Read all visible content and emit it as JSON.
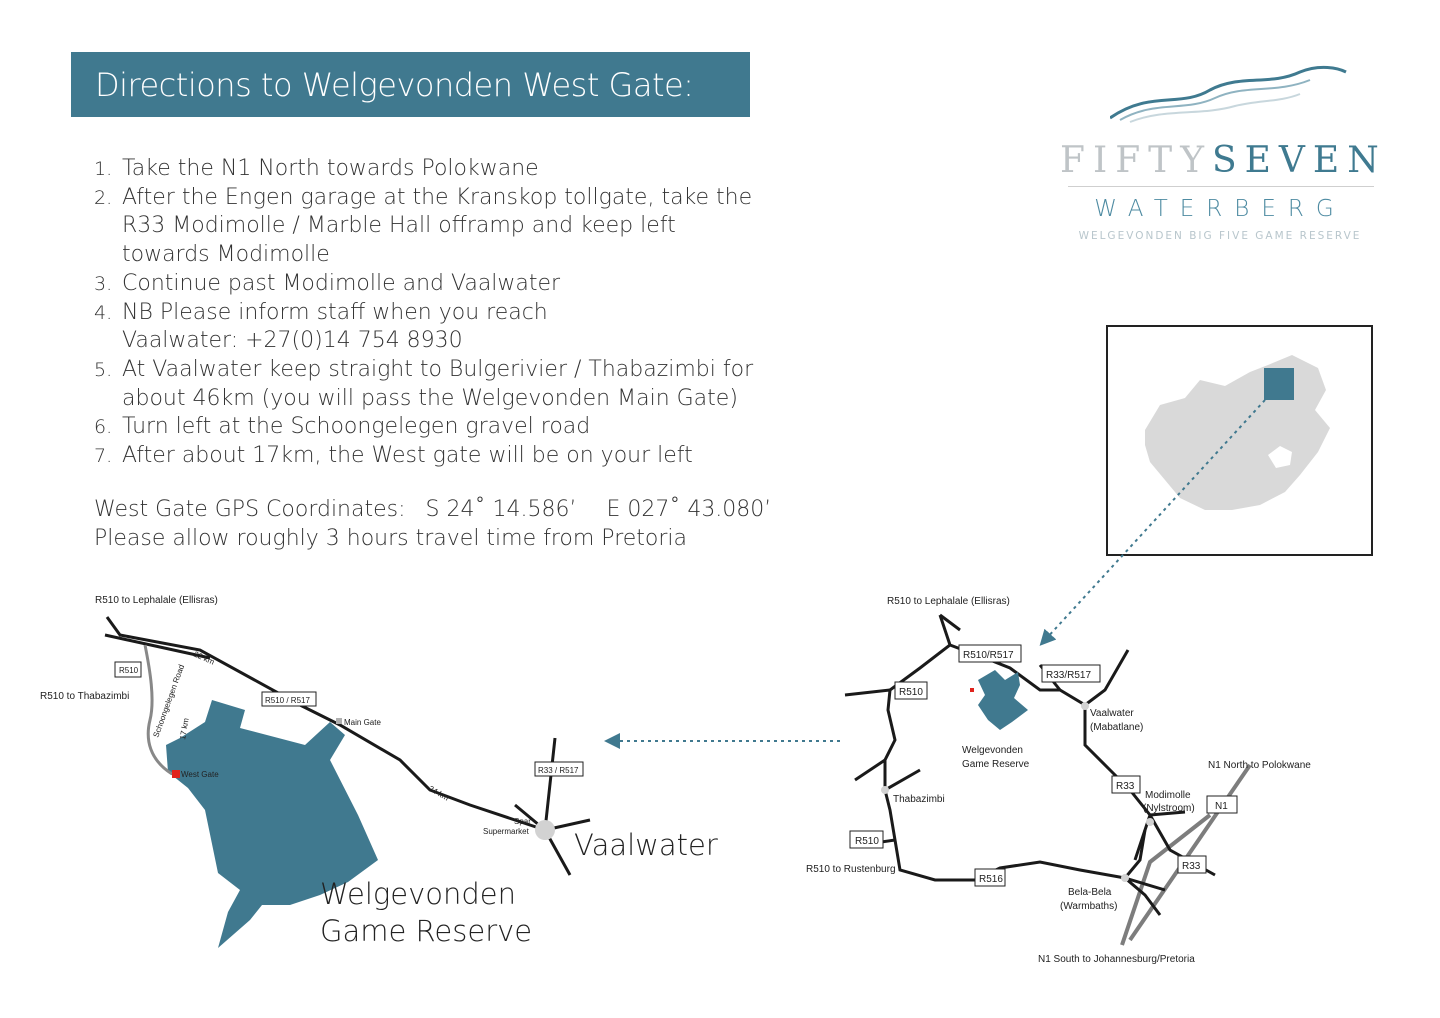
{
  "header": {
    "title": "Directions to Welgevonden West Gate:"
  },
  "steps": [
    {
      "num": "1.",
      "text": "Take the N1 North towards Polokwane"
    },
    {
      "num": "2.",
      "text": "After the Engen garage at the Kranskop tollgate, take the R33 Modimolle / Marble Hall offramp and keep left towards Modimolle"
    },
    {
      "num": "3.",
      "text": "Continue past Modimolle and Vaalwater"
    },
    {
      "num": "4.",
      "text": "NB Please inform staff when you reach Vaalwater: +27(0)14 754 8930"
    },
    {
      "num": "5.",
      "text": "At Vaalwater keep straight to Bulgerivier / Thabazimbi for about 46km (you will pass the Welgevonden Main Gate)"
    },
    {
      "num": "6.",
      "text": "Turn left at the Schoongelegen gravel road"
    },
    {
      "num": "7.",
      "text": "After about 17km, the West gate will be on your left"
    }
  ],
  "gps": {
    "label": "West Gate GPS Coordinates:",
    "lat": "S 24˚ 14.586’",
    "lon": "E 027˚ 43.080’",
    "travel": "Please allow roughly 3 hours travel time from Pretoria"
  },
  "logo": {
    "name_light": "FIFTY",
    "name_dark": "SEVEN",
    "sub": "WATERBERG",
    "tagline": "WELGEVONDEN BIG FIVE GAME RESERVE"
  },
  "detail_map": {
    "r510_north": "R510 to Lephalale (Ellisras)",
    "r510_badge": "R510",
    "r510_thabazimbi": "R510 to Thabazimbi",
    "dist_22": "22 km",
    "schoongelegen": "Schoongelegen Road",
    "dist_17": "17 km",
    "r510_r517": "R510 / R517",
    "main_gate": "Main Gate",
    "west_gate": "West Gate",
    "dist_24": "24 km",
    "r33_r517": "R33 / R517",
    "spar_1": "Spar",
    "spar_2": "Supermarket",
    "vaalwater": "Vaalwater",
    "reserve_1": "Welgevonden",
    "reserve_2": "Game Reserve"
  },
  "region_map": {
    "r510_north": "R510 to Lephalale (Ellisras)",
    "r510_r517": "R510/R517",
    "r33_r517": "R33/R517",
    "r510_a": "R510",
    "r510_b": "R510",
    "vaalwater_1": "Vaalwater",
    "vaalwater_2": "(Mabatlane)",
    "reserve_1": "Welgevonden",
    "reserve_2": "Game Reserve",
    "thabazimbi": "Thabazimbi",
    "r33_a": "R33",
    "r33_b": "R33",
    "n1_north": "N1 North to Polokwane",
    "n1_badge": "N1",
    "modimolle_1": "Modimolle",
    "modimolle_2": "(Nylstroom)",
    "r510_rustenburg": "R510 to Rustenburg",
    "r516": "R516",
    "belabela_1": "Bela-Bela",
    "belabela_2": "(Warmbaths)",
    "n1_south": "N1 South to Johannesburg/Pretoria"
  },
  "colors": {
    "accent": "#40798f",
    "gate": "#e0231d",
    "road": "#1a1a1a",
    "n1": "#7d7d7d",
    "country": "#d9d9d9"
  }
}
